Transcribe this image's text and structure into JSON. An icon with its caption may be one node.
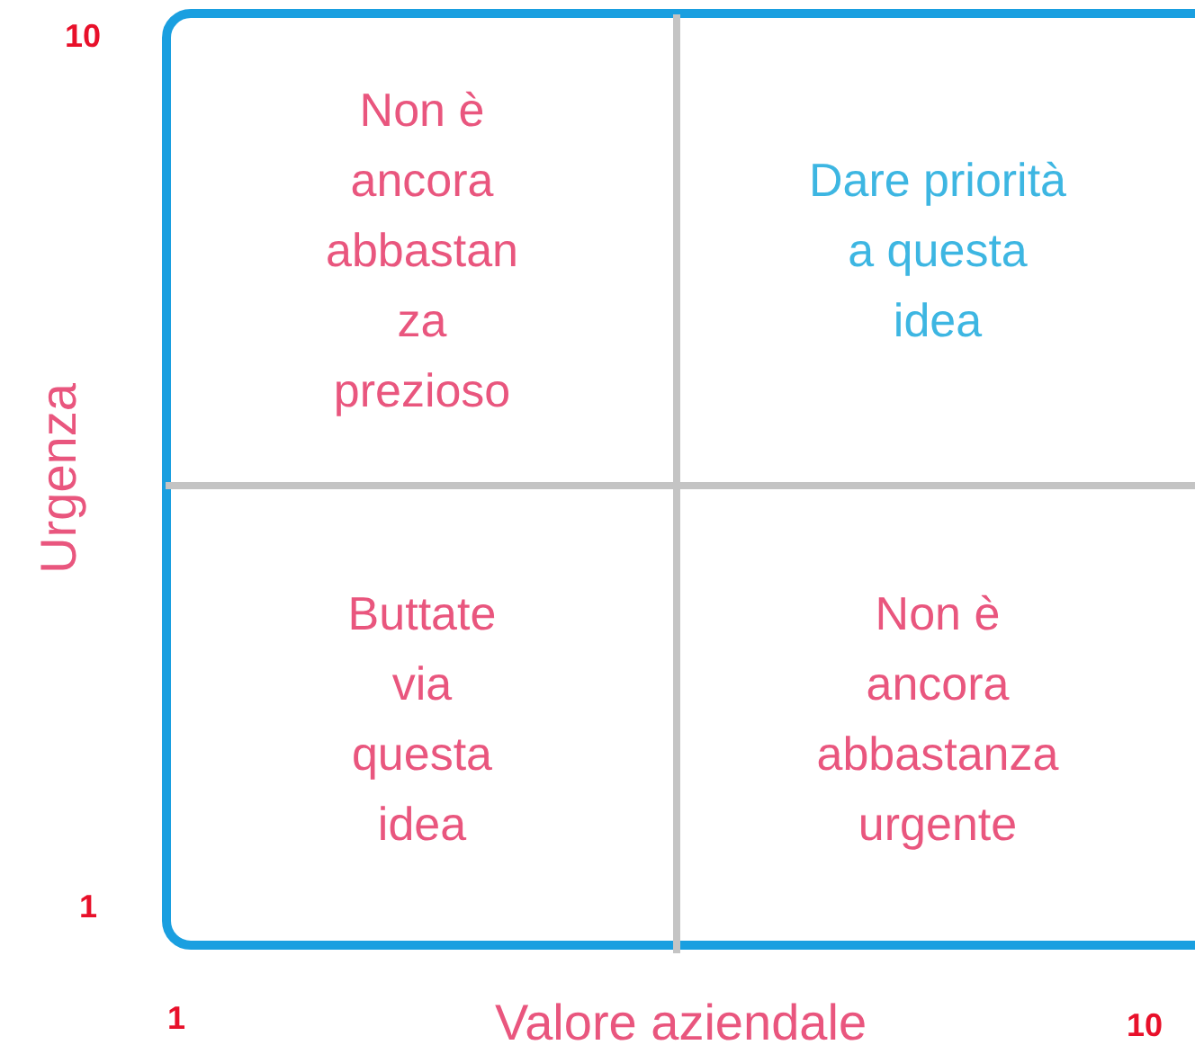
{
  "diagram": {
    "nodes": [
      {
        "text": [
          "Non è ancora abbastanza prezioso"
        ]
      },
      {
        "text": [
          "Dare priorità a questa idea"
        ]
      },
      {
        "text": [
          "Buttate via questa idea"
        ]
      },
      {
        "text": [
          "Non è ancora abbastanza urgente"
        ]
      }
    ],
    "labels": [
      "10",
      "Urgenza",
      "1",
      "1",
      "Valore aziendale",
      "10"
    ]
  }
}
